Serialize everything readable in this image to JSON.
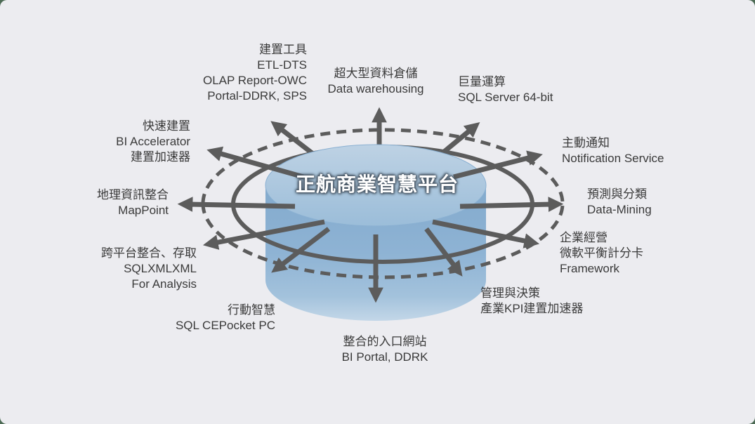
{
  "title": "正航商業智慧平台",
  "labels": {
    "build_tools": {
      "lines": [
        "建置工具",
        "ETL-DTS",
        "OLAP Report-OWC",
        "Portal-DDRK, SPS"
      ]
    },
    "warehousing": {
      "lines": [
        "超大型資料倉儲",
        "Data warehousing"
      ]
    },
    "big_compute": {
      "lines": [
        "巨量運算",
        "SQL Server 64-bit"
      ]
    },
    "notification": {
      "lines": [
        "主動通知",
        "Notification Service"
      ]
    },
    "data_mining": {
      "lines": [
        "預測與分類",
        "Data-Mining"
      ]
    },
    "enterprise": {
      "lines": [
        "企業經營",
        "微軟平衡計分卡",
        "Framework"
      ]
    },
    "decision": {
      "lines": [
        "管理與決策",
        "產業KPI建置加速器"
      ]
    },
    "portal": {
      "lines": [
        "整合的入口網站",
        "BI Portal, DDRK"
      ]
    },
    "mobile": {
      "lines": [
        "行動智慧",
        "SQL CEPocket PC"
      ]
    },
    "cross_platform": {
      "lines": [
        "跨平台整合、存取",
        "SQLXMLXML",
        "For Analysis"
      ]
    },
    "geo": {
      "lines": [
        "地理資訊整合",
        "MapPoint"
      ]
    },
    "rapid_build": {
      "lines": [
        "快速建置",
        "BI Accelerator",
        "建置加速器"
      ]
    }
  },
  "colors": {
    "panel_background": "#ececf0",
    "page_behind_panel": "#4d6b55",
    "label_text": "#3a3a3a",
    "arrow_and_ring": "#5c5c5c",
    "cylinder_top_light": "#bed2e4",
    "cylinder_top_dark": "#9bbdd9",
    "cylinder_body_top": "#83aacd",
    "cylinder_body_bottom": "#c3d7e8",
    "title_text": "#ffffff",
    "title_glow": "#4a5866"
  }
}
